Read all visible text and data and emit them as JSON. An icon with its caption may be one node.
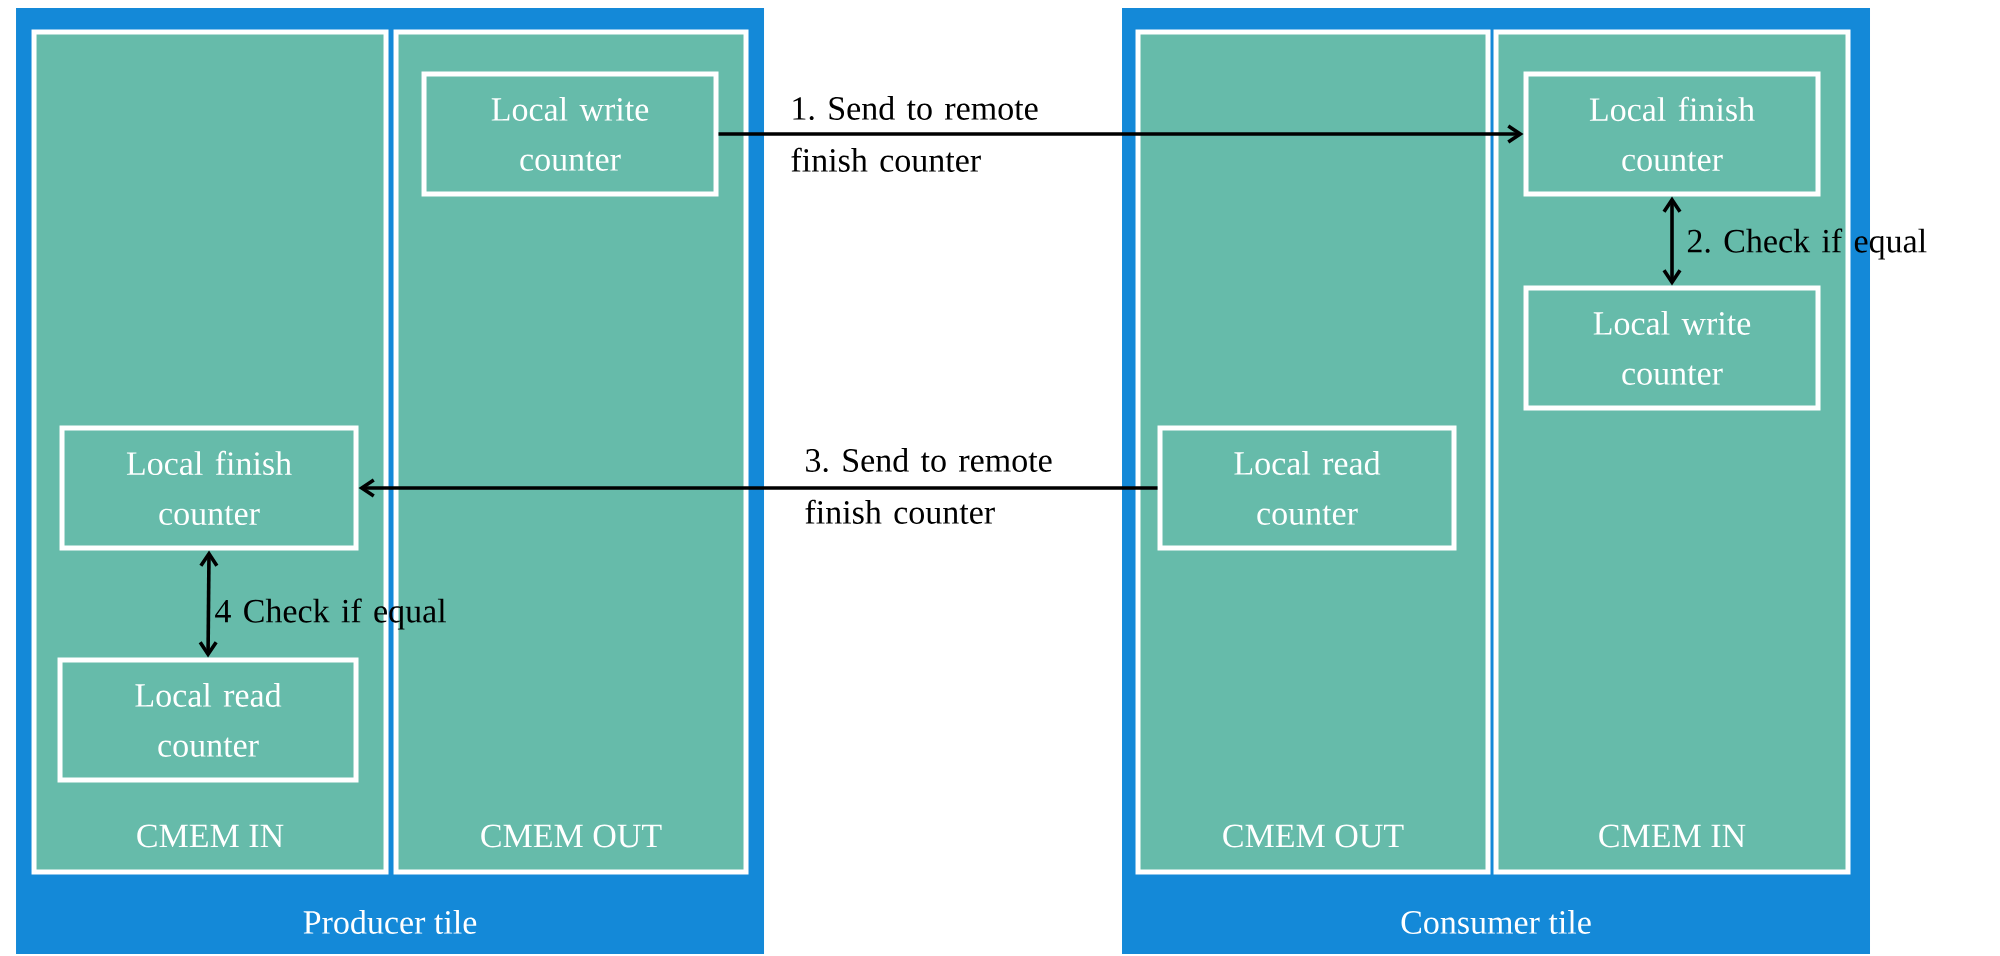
{
  "diagram": {
    "nodes": [
      {
        "text": [
          "Producer tile"
        ]
      },
      {
        "text": [
          "CMEM IN"
        ],
        "in": 0
      },
      {
        "text": [
          "CMEM OUT"
        ],
        "in": 0
      },
      {
        "text": [
          "Local write counter"
        ],
        "in": 2
      },
      {
        "text": [
          "Local finish counter"
        ],
        "in": 1
      },
      {
        "text": [
          "Local read counter"
        ],
        "in": 1
      },
      {
        "text": [
          "Consumer tile"
        ]
      },
      {
        "text": [
          "CMEM OUT"
        ],
        "in": 6
      },
      {
        "text": [
          "CMEM IN"
        ],
        "in": 6
      },
      {
        "text": [
          "Local finish counter"
        ],
        "in": 8
      },
      {
        "text": [
          "Local write counter"
        ],
        "in": 8
      },
      {
        "text": [
          "Local read counter"
        ],
        "in": 7
      }
    ],
    "edges": [
      {
        "from": 3,
        "to": 9,
        "arrow": "to",
        "label": "1. Send to remote finish counter"
      },
      {
        "from": 9,
        "to": 10,
        "arrow": "both",
        "label": "2. Check if equal"
      },
      {
        "from": 11,
        "to": 4,
        "arrow": "to",
        "label": "3. Send to remote finish counter"
      },
      {
        "from": 4,
        "to": 5,
        "arrow": "both",
        "label": "4 Check if equal"
      }
    ]
  }
}
